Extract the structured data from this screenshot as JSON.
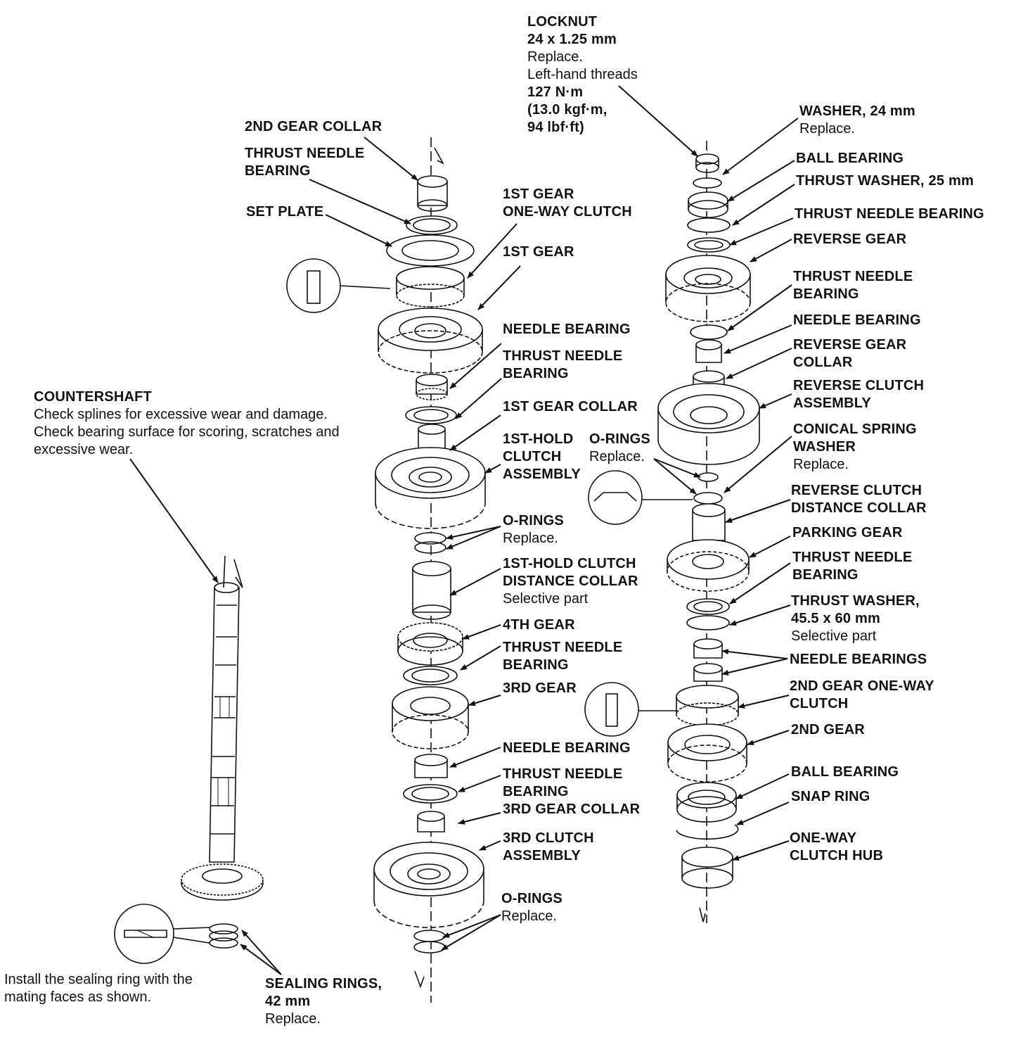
{
  "diagram": {
    "countershaft": {
      "title": "COUNTERSHAFT",
      "notes": [
        "Check splines for excessive wear and damage.",
        "Check bearing surface for scoring, scratches and",
        "excessive wear."
      ]
    },
    "install_note": [
      "Install the sealing ring with the",
      "mating faces as shown."
    ],
    "sealing_rings": {
      "title": [
        "SEALING RINGS,",
        "42 mm"
      ],
      "note": "Replace."
    },
    "middle_labels": [
      {
        "id": "2nd-gear-collar",
        "bold": [
          "2ND GEAR COLLAR"
        ],
        "normal": []
      },
      {
        "id": "thrust-needle-bearing-1",
        "bold": [
          "THRUST NEEDLE",
          "BEARING"
        ],
        "normal": []
      },
      {
        "id": "set-plate",
        "bold": [
          "SET PLATE"
        ],
        "normal": []
      },
      {
        "id": "1st-gear-one-way-clutch",
        "bold": [
          "1ST GEAR",
          "ONE-WAY CLUTCH"
        ],
        "normal": []
      },
      {
        "id": "1st-gear",
        "bold": [
          "1ST GEAR"
        ],
        "normal": []
      },
      {
        "id": "needle-bearing-1",
        "bold": [
          "NEEDLE BEARING"
        ],
        "normal": []
      },
      {
        "id": "thrust-needle-bearing-2",
        "bold": [
          "THRUST NEEDLE",
          "BEARING"
        ],
        "normal": []
      },
      {
        "id": "1st-gear-collar",
        "bold": [
          "1ST GEAR COLLAR"
        ],
        "normal": []
      },
      {
        "id": "1st-hold-clutch-assembly",
        "bold": [
          "1ST-HOLD",
          "CLUTCH",
          "ASSEMBLY"
        ],
        "normal": []
      },
      {
        "id": "o-rings-1",
        "bold": [
          "O-RINGS"
        ],
        "normal": [
          "Replace."
        ]
      },
      {
        "id": "1st-hold-clutch-distance-collar",
        "bold": [
          "1ST-HOLD CLUTCH",
          "DISTANCE COLLAR"
        ],
        "normal": [
          "Selective part"
        ]
      },
      {
        "id": "4th-gear",
        "bold": [
          "4TH GEAR"
        ],
        "normal": []
      },
      {
        "id": "thrust-needle-bearing-3",
        "bold": [
          "THRUST NEEDLE",
          "BEARING"
        ],
        "normal": []
      },
      {
        "id": "3rd-gear",
        "bold": [
          "3RD GEAR"
        ],
        "normal": []
      },
      {
        "id": "needle-bearing-2",
        "bold": [
          "NEEDLE BEARING"
        ],
        "normal": []
      },
      {
        "id": "thrust-needle-bearing-4",
        "bold": [
          "THRUST NEEDLE",
          "BEARING"
        ],
        "normal": []
      },
      {
        "id": "3rd-gear-collar",
        "bold": [
          "3RD GEAR COLLAR"
        ],
        "normal": []
      },
      {
        "id": "3rd-clutch-assembly",
        "bold": [
          "3RD CLUTCH",
          "ASSEMBLY"
        ],
        "normal": []
      },
      {
        "id": "o-rings-2",
        "bold": [
          "O-RINGS"
        ],
        "normal": [
          "Replace."
        ]
      }
    ],
    "right_labels": [
      {
        "id": "locknut",
        "bold": [
          "LOCKNUT",
          "24 x 1.25 mm"
        ],
        "normal": [
          "Replace.",
          "Left-hand threads"
        ],
        "bold2": [
          "127 N·m",
          "(13.0 kgf·m,",
          "94 lbf·ft)"
        ]
      },
      {
        "id": "washer-24mm",
        "bold": [
          "WASHER, 24 mm"
        ],
        "normal": [
          "Replace."
        ]
      },
      {
        "id": "ball-bearing-1",
        "bold": [
          "BALL BEARING"
        ],
        "normal": []
      },
      {
        "id": "thrust-washer-25mm",
        "bold": [
          "THRUST WASHER, 25 mm"
        ],
        "normal": []
      },
      {
        "id": "thrust-needle-bearing-5",
        "bold": [
          "THRUST NEEDLE BEARING"
        ],
        "normal": []
      },
      {
        "id": "reverse-gear",
        "bold": [
          "REVERSE GEAR"
        ],
        "normal": []
      },
      {
        "id": "thrust-needle-bearing-6",
        "bold": [
          "THRUST NEEDLE",
          "BEARING"
        ],
        "normal": []
      },
      {
        "id": "needle-bearing-3",
        "bold": [
          "NEEDLE BEARING"
        ],
        "normal": []
      },
      {
        "id": "reverse-gear-collar",
        "bold": [
          "REVERSE GEAR",
          "COLLAR"
        ],
        "normal": []
      },
      {
        "id": "reverse-clutch-assembly",
        "bold": [
          "REVERSE CLUTCH",
          "ASSEMBLY"
        ],
        "normal": []
      },
      {
        "id": "o-rings-3",
        "bold": [
          "O-RINGS"
        ],
        "normal": [
          "Replace."
        ]
      },
      {
        "id": "conical-spring-washer",
        "bold": [
          "CONICAL SPRING",
          "WASHER"
        ],
        "normal": [
          "Replace."
        ]
      },
      {
        "id": "reverse-clutch-distance-collar",
        "bold": [
          "REVERSE CLUTCH",
          "DISTANCE COLLAR"
        ],
        "normal": []
      },
      {
        "id": "parking-gear",
        "bold": [
          "PARKING GEAR"
        ],
        "normal": []
      },
      {
        "id": "thrust-needle-bearing-7",
        "bold": [
          "THRUST NEEDLE",
          "BEARING"
        ],
        "normal": []
      },
      {
        "id": "thrust-washer-45",
        "bold": [
          "THRUST WASHER,",
          "45.5 x 60 mm"
        ],
        "normal": [
          "Selective part"
        ]
      },
      {
        "id": "needle-bearings",
        "bold": [
          "NEEDLE BEARINGS"
        ],
        "normal": []
      },
      {
        "id": "2nd-gear-one-way-clutch",
        "bold": [
          "2ND GEAR ONE-WAY",
          "CLUTCH"
        ],
        "normal": []
      },
      {
        "id": "2nd-gear",
        "bold": [
          "2ND GEAR"
        ],
        "normal": []
      },
      {
        "id": "ball-bearing-2",
        "bold": [
          "BALL BEARING"
        ],
        "normal": []
      },
      {
        "id": "snap-ring",
        "bold": [
          "SNAP RING"
        ],
        "normal": []
      },
      {
        "id": "one-way-clutch-hub",
        "bold": [
          "ONE-WAY",
          "CLUTCH HUB"
        ],
        "normal": []
      }
    ]
  }
}
